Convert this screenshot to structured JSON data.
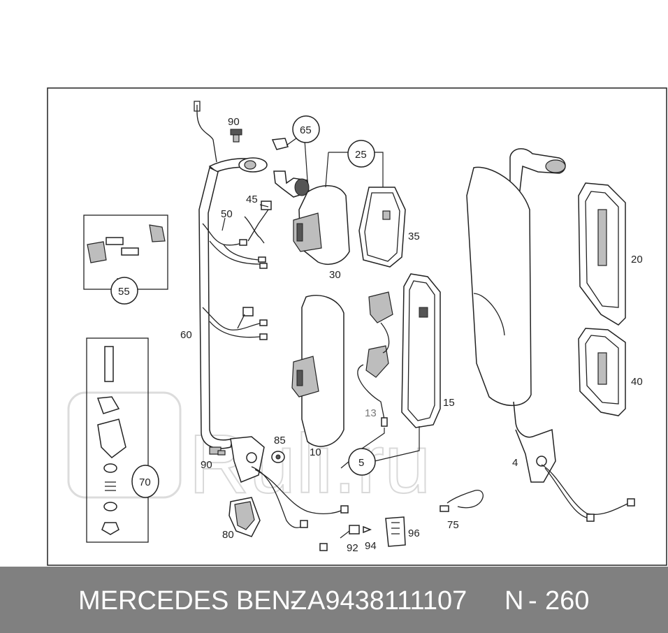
{
  "watermark": "Ruli.ru",
  "callouts": {
    "c90a": "90",
    "c65": "65",
    "c25": "25",
    "c45": "45",
    "c50": "50",
    "c35": "35",
    "c30": "30",
    "c20": "20",
    "c55": "55",
    "c60": "60",
    "c13": "13",
    "c15": "15",
    "c40": "40",
    "c85": "85",
    "c90b": "90",
    "c10": "10",
    "c5": "5",
    "c4": "4",
    "c70": "70",
    "c75": "75",
    "c80": "80",
    "c92": "92",
    "c94": "94",
    "c96": "96"
  },
  "footer": {
    "brand": "MERCEDES BENZ",
    "separator1": "-",
    "part_number": "A9438111107",
    "page_prefix": "N",
    "separator2": "-",
    "page_number": "260"
  }
}
